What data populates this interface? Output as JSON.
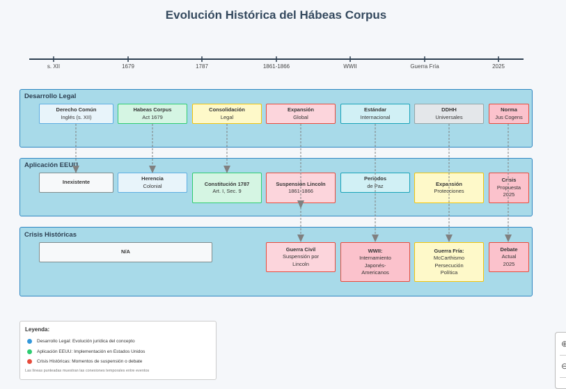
{
  "title": "Evolución Histórica del Hábeas Corpus",
  "timeline": [
    "s. XII",
    "1679",
    "1787",
    "1861-1866",
    "WWII",
    "Guerra Fría",
    "2025"
  ],
  "lanes": {
    "legal": {
      "title": "Desarrollo Legal",
      "boxes": [
        {
          "title": "Derecho Común",
          "sub": "Inglés (s. XII)"
        },
        {
          "title": "Habeas Corpus",
          "sub": "Act 1679"
        },
        {
          "title": "Consolidación",
          "sub": "Legal"
        },
        {
          "title": "Expansión",
          "sub": "Global"
        },
        {
          "title": "Estándar",
          "sub": "Internacional"
        },
        {
          "title": "DDHH",
          "sub": "Universales"
        },
        {
          "title": "Norma",
          "sub": "Jus Cogens"
        }
      ]
    },
    "usa": {
      "title": "Aplicación EEUU",
      "boxes": [
        {
          "title": "Inexistente",
          "sub": ""
        },
        {
          "title": "Herencia",
          "sub": "Colonial"
        },
        {
          "title": "Constitución 1787",
          "sub": "Art. I, Sec. 9"
        },
        {
          "title": "Suspensión Lincoln",
          "sub": "1861-1866"
        },
        {
          "title": "Periodos",
          "sub": "de Paz"
        },
        {
          "title": "Expansión",
          "sub": "Protecciones"
        },
        {
          "title": "Crisis",
          "sub": "Propuesta",
          "sub2": "2025"
        }
      ]
    },
    "crisis": {
      "title": "Crisis Históricas",
      "boxes": [
        {
          "title": "N/A",
          "sub": ""
        },
        {
          "title": "Guerra Civil",
          "sub": "Suspensión por",
          "sub2": "Lincoln"
        },
        {
          "title": "WWII:",
          "sub": "Internamiento",
          "sub2": "Japonés-",
          "sub3": "Americanos"
        },
        {
          "title": "Guerra Fría:",
          "sub": "McCarthismo",
          "sub2": "Persecución",
          "sub3": "Política"
        },
        {
          "title": "Debate",
          "sub": "Actual",
          "sub2": "2025"
        }
      ]
    }
  },
  "legend": {
    "title": "Leyenda:",
    "items": [
      {
        "label": "Desarrollo Legal: Evolución jurídica del concepto",
        "color": "#3498db"
      },
      {
        "label": "Aplicación EEUU: Implementación en Estados Unidos",
        "color": "#2ecc71"
      },
      {
        "label": "Crisis Históricas: Momentos de suspensión o debate",
        "color": "#e74c3c"
      }
    ],
    "note": "Las líneas punteadas muestran las conexiones temporales entre eventos"
  },
  "colors": {
    "timeline": "#2c3e50",
    "arrow": "#808080",
    "lane_fill": "#a8dae9",
    "lane_border": "#2e86c1"
  }
}
